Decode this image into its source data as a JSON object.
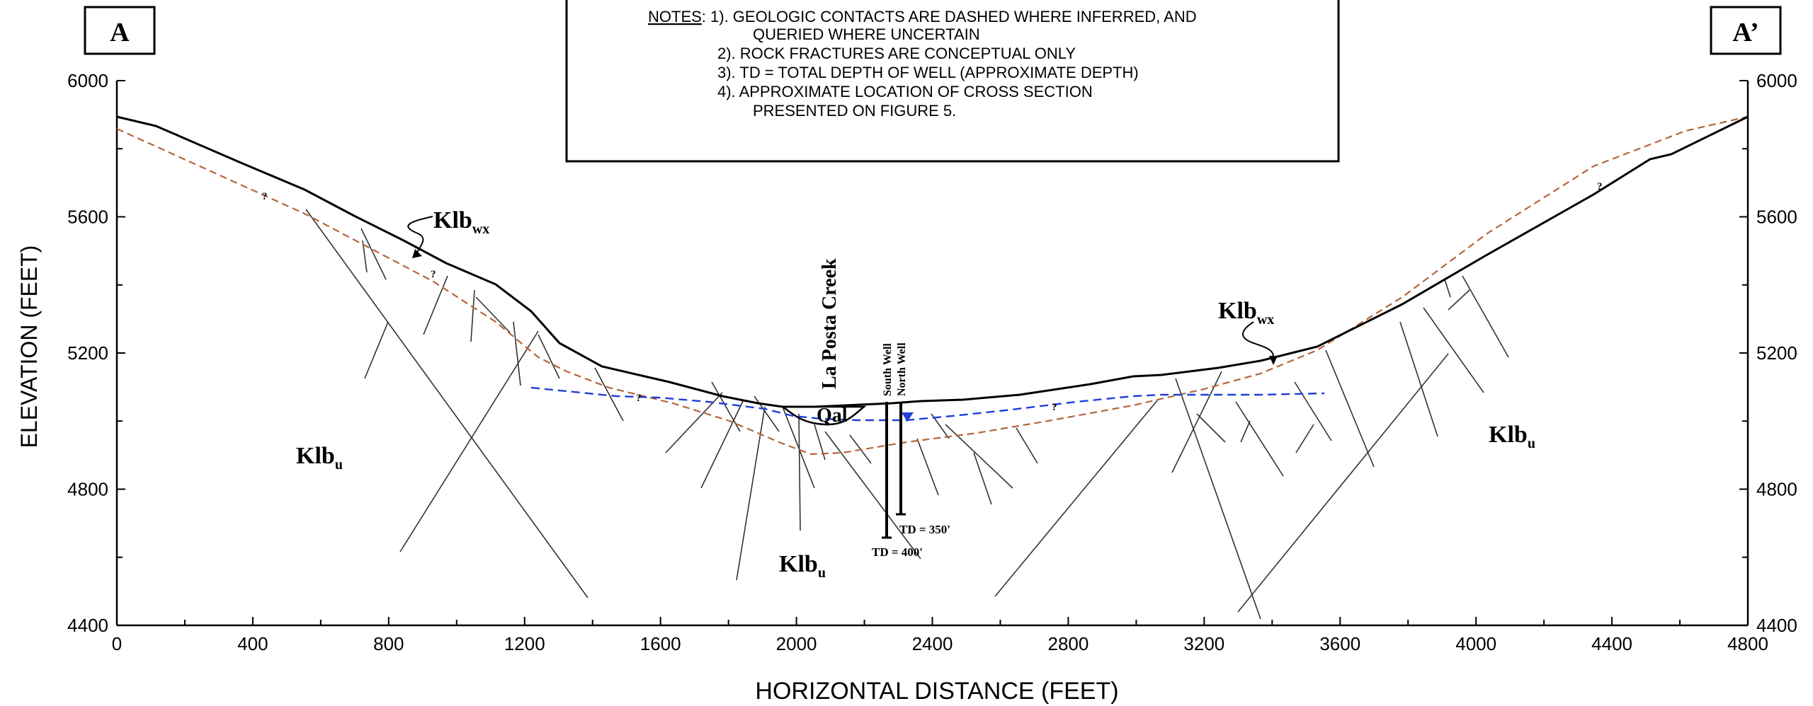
{
  "labels": {
    "section_start": "A",
    "section_end": "A’",
    "x_axis_title": "HORIZONTAL DISTANCE (FEET)",
    "y_axis_title": "ELEVATION (FEET)"
  },
  "notes": {
    "heading": "NOTES",
    "lines": [
      ": 1). GEOLOGIC CONTACTS ARE DASHED WHERE INFERRED, AND",
      "QUERIED WHERE UNCERTAIN",
      "2). ROCK FRACTURES ARE CONCEPTUAL ONLY",
      "3). TD = TOTAL DEPTH OF WELL (APPROXIMATE DEPTH)",
      "4). APPROXIMATE LOCATION OF CROSS SECTION",
      "PRESENTED ON FIGURE 5."
    ]
  },
  "axes": {
    "x_range": [
      0,
      4800
    ],
    "y_range": [
      4400,
      6000
    ],
    "x_ticks": [
      "0",
      "400",
      "800",
      "1200",
      "1600",
      "2000",
      "2400",
      "2800",
      "3200",
      "3600",
      "4000",
      "4400",
      "4800"
    ],
    "y_ticks": [
      "6000",
      "5600",
      "5200",
      "4800",
      "4400"
    ]
  },
  "units": {
    "klb_wx_left": {
      "base": "Klb",
      "sub": "wx"
    },
    "klb_wx_right": {
      "base": "Klb",
      "sub": "wx"
    },
    "klb_u_left": {
      "base": "Klb",
      "sub": "u"
    },
    "klb_u_right": {
      "base": "Klb",
      "sub": "u"
    },
    "klb_u_center": {
      "base": "Klb",
      "sub": "u"
    },
    "qal": "Qal"
  },
  "features": {
    "creek": "La Posta Creek",
    "south_well": "South Well",
    "north_well": "North Well",
    "td_south": "TD = 400'",
    "td_north": "TD = 350'",
    "query": "?"
  },
  "colors": {
    "ground_surface": "#000000",
    "weathered_contact": "#b5653a",
    "water_table": "#1f3fd6"
  }
}
